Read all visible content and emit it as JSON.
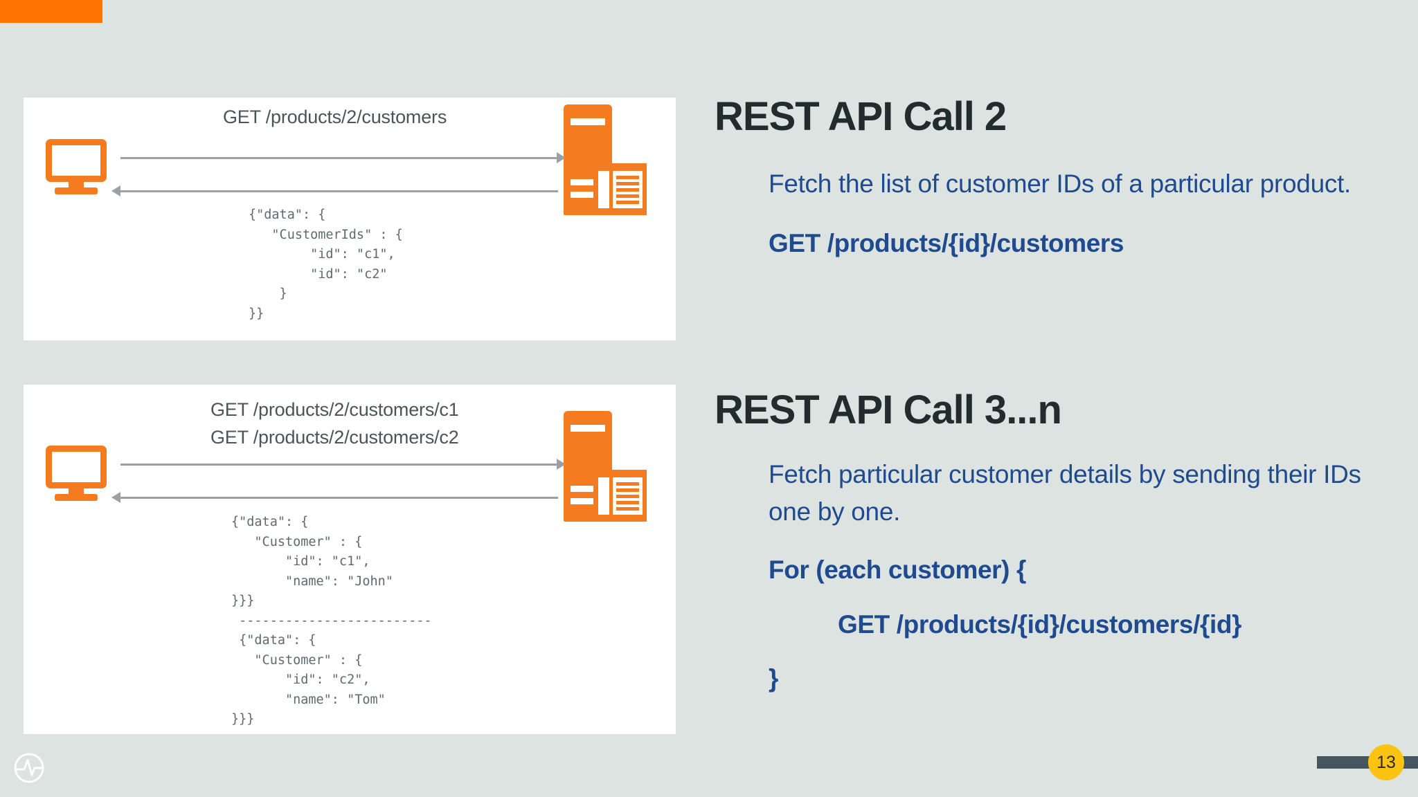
{
  "slide": {
    "page_number": "13",
    "background_color": "#dce3e1",
    "accent_color": "#ff7300",
    "brand_blue": "#1f4b8e",
    "badge_color": "#fcc312"
  },
  "diagram1": {
    "request_label": "GET /products/2/customers",
    "response_code": "{\"data\": {\n   \"CustomerIds\" : {\n        \"id\": \"c1\",\n        \"id\": \"c2\"\n    }\n}}",
    "client_icon": "monitor-icon",
    "server_icon": "server-icon"
  },
  "diagram2": {
    "request_label_1": "GET /products/2/customers/c1",
    "request_label_2": "GET /products/2/customers/c2",
    "response_code": "{\"data\": {\n   \"Customer\" : {\n       \"id\": \"c1\",\n       \"name\": \"John\"\n}}}\n -------------------------\n {\"data\": {\n   \"Customer\" : {\n       \"id\": \"c2\",\n       \"name\": \"Tom\"\n}}}",
    "client_icon": "monitor-icon",
    "server_icon": "server-icon"
  },
  "section1": {
    "title": "REST API Call 2",
    "body": "Fetch the list of customer IDs of a particular product.",
    "code": "GET /products/{id}/customers"
  },
  "section2": {
    "title": "REST API Call 3...n",
    "body": "Fetch particular customer details by sending their IDs one by one.",
    "code_line1": "For (each customer) {",
    "code_line2": "GET /products/{id}/customers/{id}",
    "code_line3": "}"
  }
}
